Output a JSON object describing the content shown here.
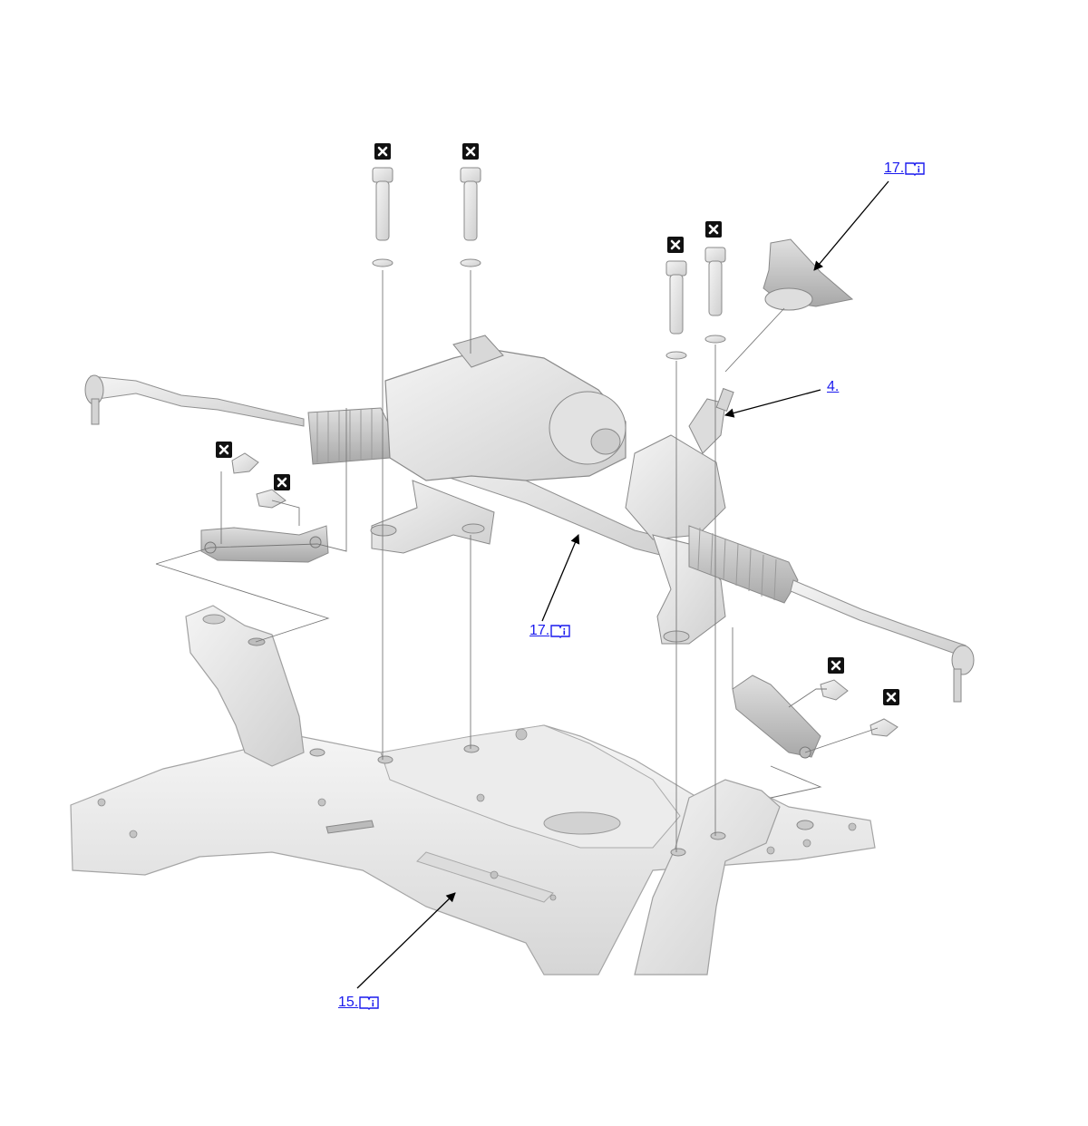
{
  "colors": {
    "callout_link": "#1a1aee",
    "part_fill": "#e6e6e6",
    "part_stroke": "#9a9a9a",
    "marker_bg": "#111111"
  },
  "callouts": {
    "c1": {
      "label": "17.",
      "icon": "book-info-icon"
    },
    "c2": {
      "label": "4.",
      "icon": ""
    },
    "c3": {
      "label": "17.",
      "icon": "book-info-icon"
    },
    "c4": {
      "label": "15.",
      "icon": "book-info-icon"
    }
  },
  "markers": {
    "icon": "replace-x-icon"
  }
}
